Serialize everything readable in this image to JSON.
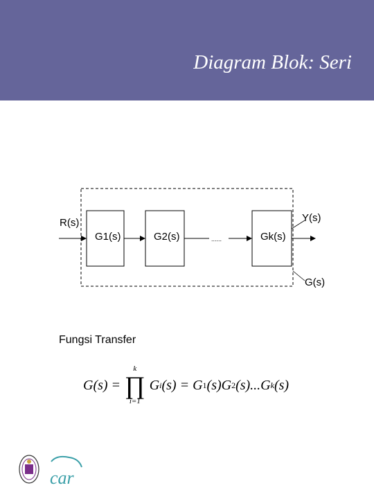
{
  "title": "Diagram Blok: Seri",
  "colors": {
    "header": "#65659a",
    "logo_car": "#3a9fa8"
  },
  "diagram": {
    "input": "R(s)",
    "output": "Y(s)",
    "blocks": [
      "G1(s)",
      "G2(s)",
      "Gk(s)"
    ],
    "overall": "G(s)",
    "ellipsis": "......"
  },
  "formula": {
    "label": "Fungsi Transfer",
    "lhs": "G(s) =",
    "prod_upper": "k",
    "prod_symbol": "∏",
    "prod_lower": "i=1",
    "term_g": "G",
    "term_i": "i",
    "term_rest": "(s) = G",
    "sub_1": "1",
    "mid_1": "(s)G",
    "sub_2": "2",
    "mid_2": "(s)...G",
    "sub_k": "k",
    "end": "(s)"
  },
  "logos": {
    "car_text": "car"
  }
}
